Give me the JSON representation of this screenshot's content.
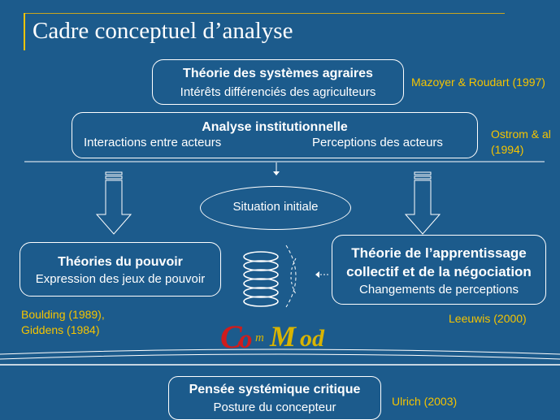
{
  "title": "Cadre conceptuel d’analyse",
  "box_agraire": {
    "title": "Théorie des systèmes agraires",
    "subtitle": "Intérêts différenciés des agriculteurs"
  },
  "ref_agraire": "Mazoyer & Roudart (1997)",
  "box_institution": {
    "title": "Analyse institutionnelle",
    "left": "Interactions entre acteurs",
    "right": "Perceptions des acteurs"
  },
  "ref_institution": {
    "line1": "Ostrom & al",
    "line2": "(1994)"
  },
  "situation": "Situation initiale",
  "box_pouvoir": {
    "title": "Théories du pouvoir",
    "subtitle": "Expression des jeux de pouvoir"
  },
  "ref_pouvoir": {
    "line1": "Boulding (1989),",
    "line2": "Giddens (1984)"
  },
  "box_apprentissage": {
    "title_line1": "Théorie de l’apprentissage",
    "title_line2": "collectif et de la négociation",
    "subtitle": "Changements de perceptions"
  },
  "ref_apprentissage": "Leeuwis  (2000)",
  "logo": {
    "text": "ComMod",
    "color_red": "#d01c1c",
    "color_gold": "#d9b400"
  },
  "box_systemique": {
    "title": "Pensée systémique critique",
    "subtitle": "Posture du concepteur"
  },
  "ref_systemique": "Ulrich (2003)",
  "colors": {
    "background": "#1c5b8c",
    "accent": "#f5c400",
    "text": "#ffffff"
  }
}
